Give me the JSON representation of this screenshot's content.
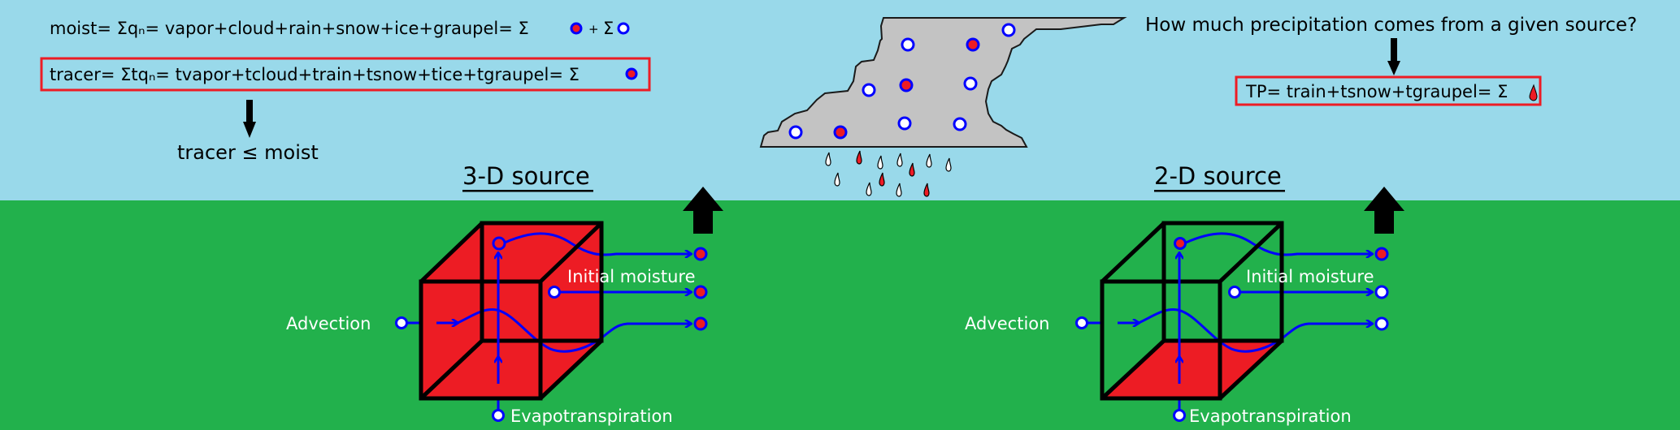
{
  "colors": {
    "sky": "#99d9ea",
    "ground": "#22b14c",
    "tracer_red": "#ed1c24",
    "flow_blue": "#0000ff",
    "cloud_gray": "#c3c3c3",
    "box_red": "#ed1c24",
    "ink": "#000000"
  },
  "equations": {
    "moist": "moist= Σqₙ= vapor+cloud+rain+snow+ice+graupel= Σ",
    "moist_plus": "+",
    "moist_sigma2": "Σ",
    "tracer": "tracer= Σtqₙ= tvapor+tcloud+train+tsnow+tice+tgraupel= Σ",
    "inequality": "tracer ≤ moist",
    "question": "How much precipitation comes from a given source?",
    "tp": "TP= train+tsnow+tgraupel= Σ"
  },
  "legend_icons": {
    "moist_first": "tagged-particle-icon",
    "moist_second": "untagged-particle-icon",
    "tracer": "tagged-particle-icon",
    "tp": "tagged-raindrop-icon"
  },
  "panels": [
    {
      "id": "3d",
      "title": "3-D source",
      "source_region": "whole-volume",
      "labels": {
        "advection": "Advection",
        "initial_moisture": "Initial moisture",
        "evapotranspiration": "Evapotranspiration"
      },
      "outputs": [
        "tagged",
        "tagged",
        "tagged"
      ],
      "top_particle": "untagged-to-tagged"
    },
    {
      "id": "2d",
      "title": "2-D source",
      "source_region": "bottom-surface",
      "labels": {
        "advection": "Advection",
        "initial_moisture": "Initial moisture",
        "evapotranspiration": "Evapotranspiration"
      },
      "outputs": [
        "tagged",
        "untagged",
        "untagged"
      ],
      "top_particle": "tagged"
    }
  ],
  "cloud": {
    "particles": [
      {
        "kind": "untagged"
      },
      {
        "kind": "tagged"
      },
      {
        "kind": "untagged"
      },
      {
        "kind": "untagged"
      },
      {
        "kind": "untagged"
      },
      {
        "kind": "tagged"
      },
      {
        "kind": "untagged"
      },
      {
        "kind": "untagged"
      },
      {
        "kind": "tagged"
      },
      {
        "kind": "untagged"
      }
    ],
    "drops": [
      {
        "kind": "untagged"
      },
      {
        "kind": "tagged"
      },
      {
        "kind": "untagged"
      },
      {
        "kind": "untagged"
      },
      {
        "kind": "tagged"
      },
      {
        "kind": "untagged"
      },
      {
        "kind": "untagged"
      },
      {
        "kind": "untagged"
      },
      {
        "kind": "tagged"
      },
      {
        "kind": "untagged"
      },
      {
        "kind": "untagged"
      },
      {
        "kind": "tagged"
      }
    ]
  }
}
